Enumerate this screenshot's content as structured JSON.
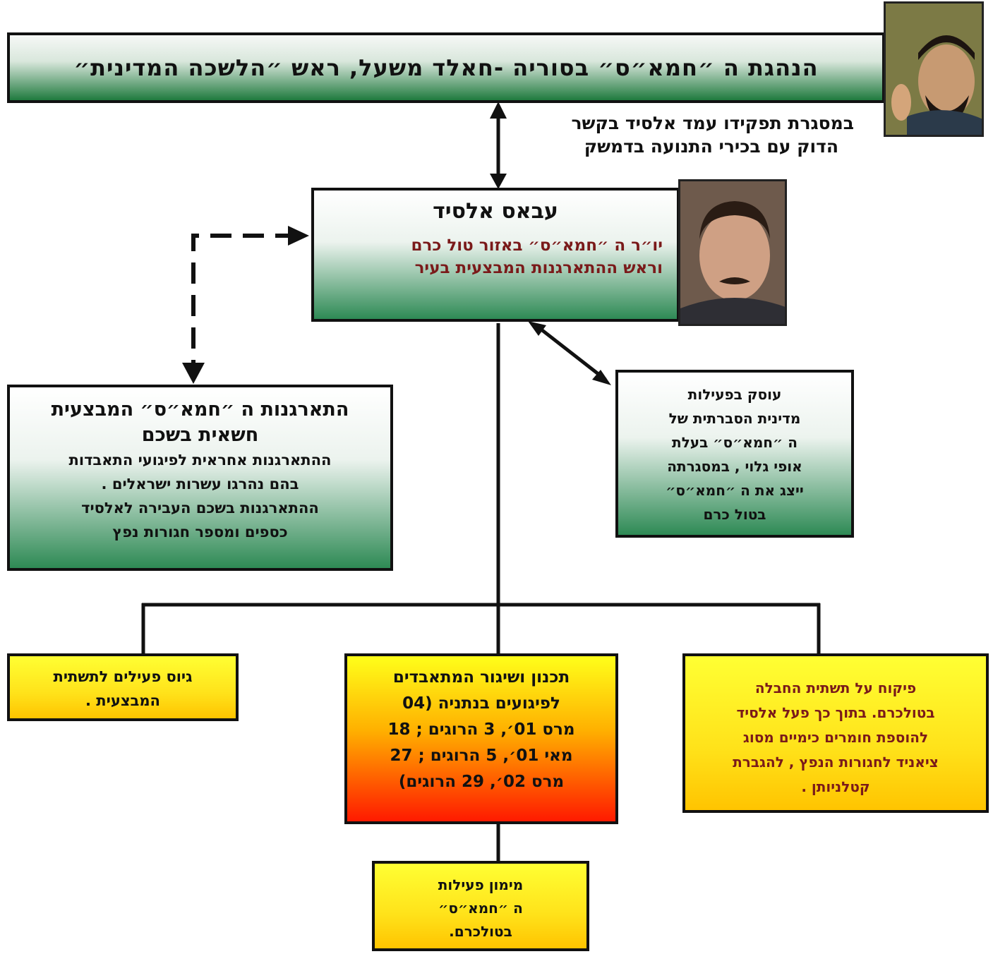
{
  "header": {
    "title": "הנהגת ה ״חמא״ס״ בסוריה  -חאלד משעל, ראש ״הלשכה המדינית״"
  },
  "link_note": {
    "lines": [
      "במסגרת תפקידו עמד אלסיד בקשר",
      "הדוק עם בכירי התנועה בדמשק"
    ]
  },
  "center": {
    "name": "עבאס אלסיד",
    "lines": [
      "יו״ר ה ״חמא״ס״ באזור טול כרם",
      "וראש ההתארגנות המבצעית בעיר"
    ]
  },
  "left_box": {
    "title_lines": [
      "התארגנות ה ״חמא״ס״ המבצעית",
      "חשאית בשכם"
    ],
    "body_lines": [
      "ההתארגנות אחראית לפיגועי התאבדות",
      "בהם נהרגו עשרות ישראלים .",
      "ההתארגנות בשכם העבירה לאלסיד",
      "כספים ומספר חגורות נפץ"
    ]
  },
  "right_box": {
    "lines": [
      "עוסק בפעילות",
      "מדינית  הסברתית של",
      "ה ״חמא״ס״ בעלת",
      "אופי גלוי , במסגרתה",
      "ייצג את ה  ״חמא״ס״",
      "בטול כרם"
    ]
  },
  "bottom_left": {
    "lines": [
      "גיוס פעילים לתשתית",
      "המבצעית ."
    ]
  },
  "bottom_center": {
    "lines": [
      "תכנון ושיגור המתאבדים",
      "לפיגועים בנתניה (04",
      "מרס 01׳, 3 הרוגים ; 18",
      "מאי 01׳, 5 הרוגים ; 27",
      "מרס 02׳, 29 הרוגים)"
    ]
  },
  "bottom_right": {
    "lines": [
      "פיקוח על תשתית החבלה",
      "בטולכרם. בתוך כך פעל אלסיד",
      "להוספת חומרים כימיים מסוג",
      "ציאניד לחגורות הנפץ , להגברת",
      "קטלניותן ."
    ]
  },
  "bottom_sub": {
    "lines": [
      "מימון פעילות",
      "ה  ״חמא״ס״",
      "בטולכרם."
    ]
  },
  "colors": {
    "dark_red_text": "#7a1a1a",
    "green_dark": "#1f7a3e",
    "yellow": "#ffe21a",
    "red": "#ff1a00"
  }
}
